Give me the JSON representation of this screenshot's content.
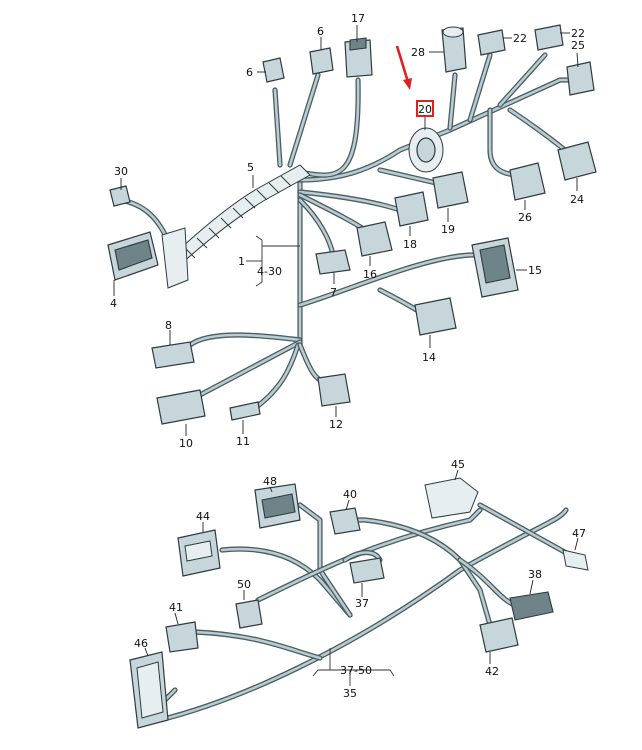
{
  "labels": {
    "p1": "1",
    "p4_30": "4-30",
    "p4": "4",
    "p5": "5",
    "p6a": "6",
    "p6b": "6",
    "p7": "7",
    "p8": "8",
    "p10": "10",
    "p11": "11",
    "p12": "12",
    "p14": "14",
    "p15": "15",
    "p16": "16",
    "p17": "17",
    "p18": "18",
    "p19": "19",
    "p20": "20",
    "p22a": "22",
    "p22b": "22",
    "p24": "24",
    "p25": "25",
    "p26": "26",
    "p28": "28",
    "p30": "30",
    "p35": "35",
    "p37_50": "37-50",
    "p37": "37",
    "p38": "38",
    "p40": "40",
    "p41": "41",
    "p42": "42",
    "p44": "44",
    "p45": "45",
    "p46": "46",
    "p47": "47",
    "p48": "48",
    "p50": "50"
  },
  "highlight": {
    "label_ref": "20",
    "color": "#e02020"
  },
  "colors": {
    "wire_outline": "#4a5d63",
    "wire_fill": "#b9cdd1",
    "part_fill": "#c7d6da",
    "accent": "#e02020"
  },
  "icons": {
    "pointer": "red-arrow-icon",
    "callout": "red-box-highlight"
  }
}
